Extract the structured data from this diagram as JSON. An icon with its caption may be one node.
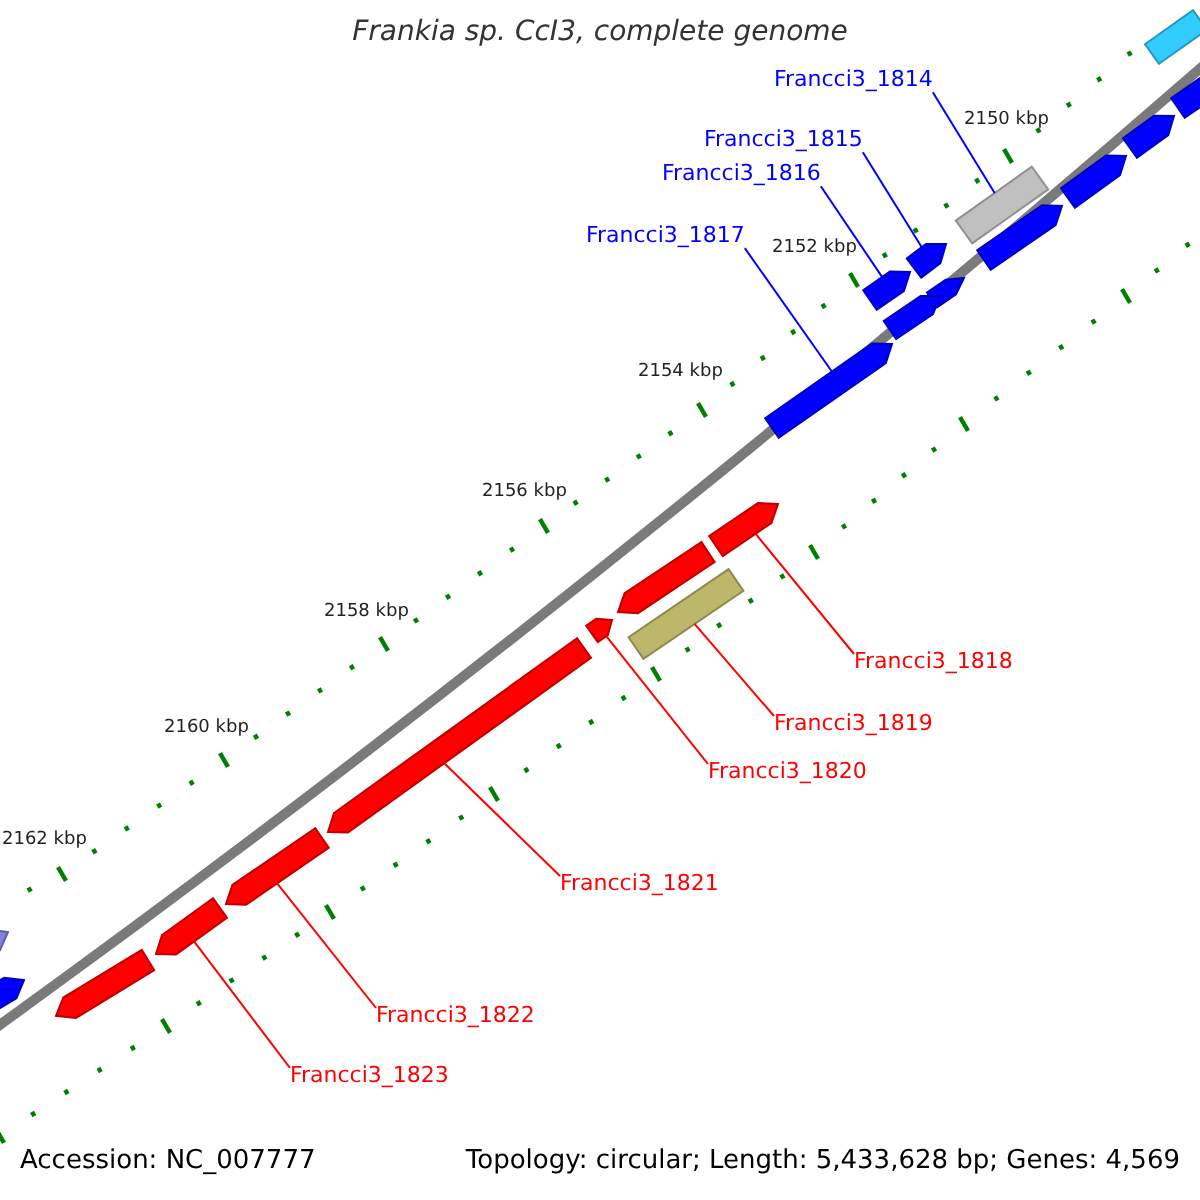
{
  "diagram": {
    "title": "Frankia sp. CcI3, complete genome",
    "nodes": [
      {
        "text": [
          "Francci3_1814"
        ]
      },
      {
        "text": [
          "Francci3_1815"
        ]
      },
      {
        "text": [
          "Francci3_1816"
        ]
      },
      {
        "text": [
          "Francci3_1817"
        ]
      },
      {
        "text": [
          "Francci3_1818"
        ]
      },
      {
        "text": [
          "Francci3_1819"
        ]
      },
      {
        "text": [
          "Francci3_1820"
        ]
      },
      {
        "text": [
          "Francci3_1821"
        ]
      },
      {
        "text": [
          "Francci3_1822"
        ]
      },
      {
        "text": [
          "Francci3_1823"
        ]
      },
      {
        "text": [],
        "shape": "bar"
      },
      {
        "text": [],
        "shape": "bar"
      },
      {
        "text": [],
        "shape": "bar"
      },
      {
        "text": [],
        "shape": "bar"
      },
      {
        "text": [],
        "shape": "bar"
      },
      {
        "text": [],
        "shape": "bar"
      },
      {
        "text": [],
        "shape": "bar"
      },
      {
        "text": [],
        "shape": "bar"
      },
      {
        "text": [],
        "shape": "bar"
      },
      {
        "text": [],
        "shape": "bar"
      },
      {
        "text": [],
        "shape": "bar"
      },
      {
        "text": [],
        "shape": "bar"
      },
      {
        "text": [],
        "shape": "bar"
      },
      {
        "text": [],
        "shape": "bar"
      },
      {
        "text": [],
        "shape": "bar"
      },
      {
        "text": [],
        "shape": "bar"
      },
      {
        "text": [],
        "shape": "bar"
      },
      {
        "text": [],
        "shape": "bar"
      },
      {
        "text": [],
        "shape": "bar"
      },
      {
        "text": [],
        "shape": "bar"
      },
      {
        "text": [],
        "shape": "bar"
      }
    ],
    "edges": [
      {
        "from": 0,
        "to": 14,
        "arrow": "none",
        "color": "#0000ff"
      },
      {
        "from": 1,
        "to": 16,
        "arrow": "none",
        "color": "#0000ff"
      },
      {
        "from": 2,
        "to": 17,
        "arrow": "none",
        "color": "#0000ff"
      },
      {
        "from": 3,
        "to": 20,
        "arrow": "none",
        "color": "#0000ff"
      },
      {
        "from": 4,
        "to": 21,
        "arrow": "none"
      },
      {
        "from": 5,
        "to": 23,
        "arrow": "none"
      },
      {
        "from": 6,
        "to": 24,
        "arrow": "none"
      },
      {
        "from": 7,
        "to": 25,
        "arrow": "none"
      },
      {
        "from": 8,
        "to": 26,
        "arrow": "none"
      },
      {
        "from": 9,
        "to": 28,
        "arrow": "none"
      }
    ],
    "labels": [
      "2150 kbp",
      "2152 kbp",
      "2154 kbp",
      "2156 kbp",
      "2158 kbp",
      "2160 kbp",
      "2162 kbp",
      "Accession: NC_007777",
      "Topology: circular; Length: 5,433,628 bp; Genes: 4,569"
    ]
  }
}
